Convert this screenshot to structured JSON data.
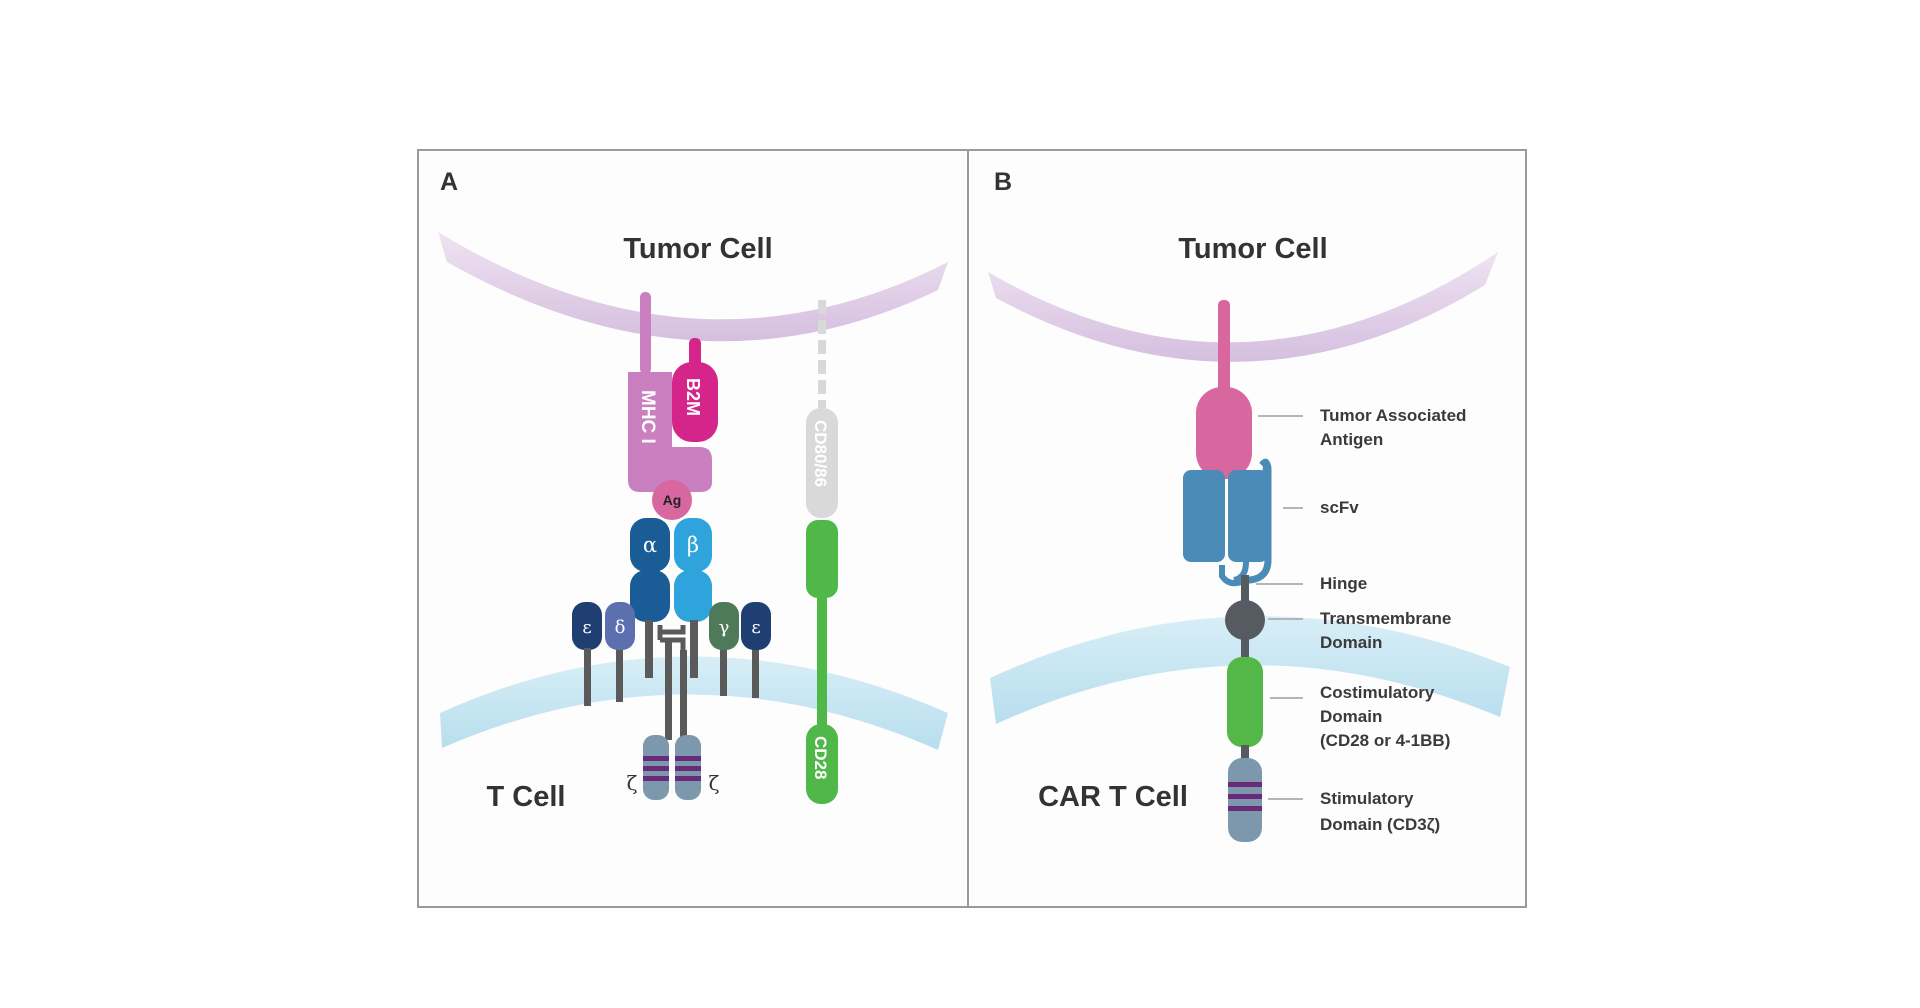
{
  "panel_a": {
    "letter": "A",
    "tumor_label": "Tumor Cell",
    "tcell_label": "T Cell",
    "mhc_label": "MHC I",
    "b2m_label": "B2M",
    "ag_label": "Ag",
    "alpha": "α",
    "beta": "β",
    "epsilon": "ε",
    "delta": "δ",
    "gamma": "γ",
    "zeta": "ζ",
    "cd80_label": "CD80/86",
    "cd28_label": "CD28"
  },
  "panel_b": {
    "letter": "B",
    "tumor_label": "Tumor Cell",
    "car_label": "CAR T Cell",
    "annotations": {
      "taa_1": "Tumor Associated",
      "taa_2": "Antigen",
      "scfv": "scFv",
      "hinge": "Hinge",
      "tm_1": "Transmembrane",
      "tm_2": "Domain",
      "costim_1": "Costimulatory",
      "costim_2": "Domain",
      "costim_3": "(CD28 or 4-1BB)",
      "stim_1": "Stimulatory",
      "stim_2": "Domain (CD3ζ)"
    }
  },
  "colors": {
    "tumor_membrane": "#d9c2e0",
    "tcell_membrane": "#bfe2ef",
    "mhc": "#c97fc0",
    "b2m": "#d6258a",
    "antigen": "#d9679f",
    "tcr_alpha": "#1a5c96",
    "tcr_beta": "#2ea3dc",
    "cd3_epsilon": "#1f3f73",
    "cd3_delta": "#5c6fae",
    "cd3_gamma": "#4f7a5a",
    "zeta_chain": "#7d98ac",
    "itam_stripe": "#6a2a7a",
    "cd80": "#d9d9d9",
    "cd28": "#4fb848",
    "scfv": "#4a8bb7",
    "transmembrane": "#555b60",
    "costim": "#54b848",
    "connector": "#5a5a5a"
  }
}
